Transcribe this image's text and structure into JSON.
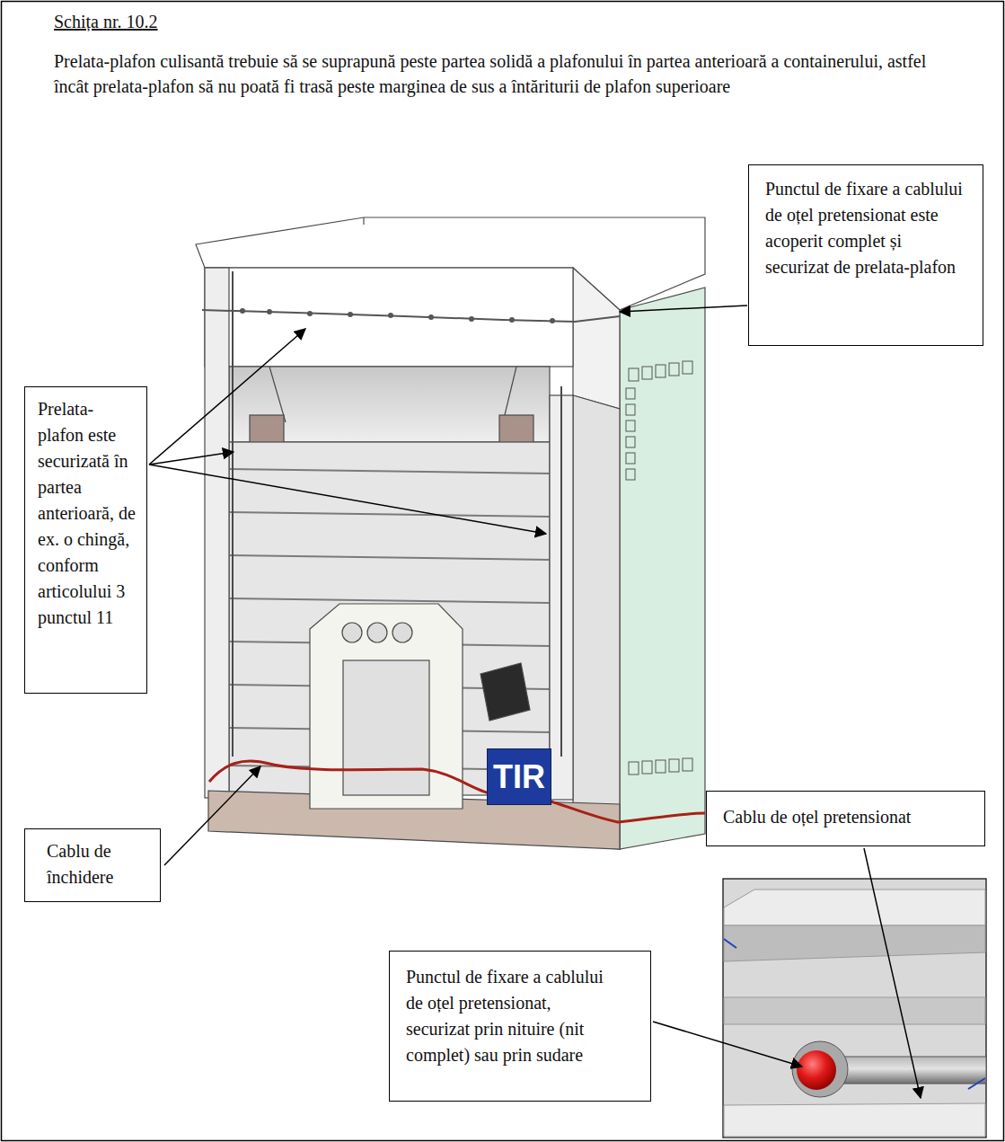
{
  "diagram": {
    "title": "Schița nr. 10.2",
    "nodes": [
      {
        "text": [
          "Punctul de fixare a cablului de oțel pretensionat este acoperit complet și securizat de prelata-plafon"
        ]
      },
      {
        "text": [
          "Prelata-plafon este securizată în partea anterioară, de ex. o chingă, conform articolului 3 punctul 11"
        ]
      },
      {
        "text": [
          "TIR"
        ]
      },
      {
        "text": [
          "Cablu de oțel pretensionat"
        ]
      },
      {
        "text": [
          "Cablu de închidere"
        ]
      },
      {
        "text": [
          "Punctul de fixare a cablului de oțel pretensionat, securizat prin nituire (nit complet) sau prin sudare"
        ]
      }
    ],
    "labels": [
      "Prelata-plafon culisantă trebuie să se suprapună peste partea solidă a plafonului în partea anterioară a containerului, astfel încât prelata-plafon să nu poată fi trasă peste marginea de sus a întăriturii de plafon superioare"
    ]
  }
}
